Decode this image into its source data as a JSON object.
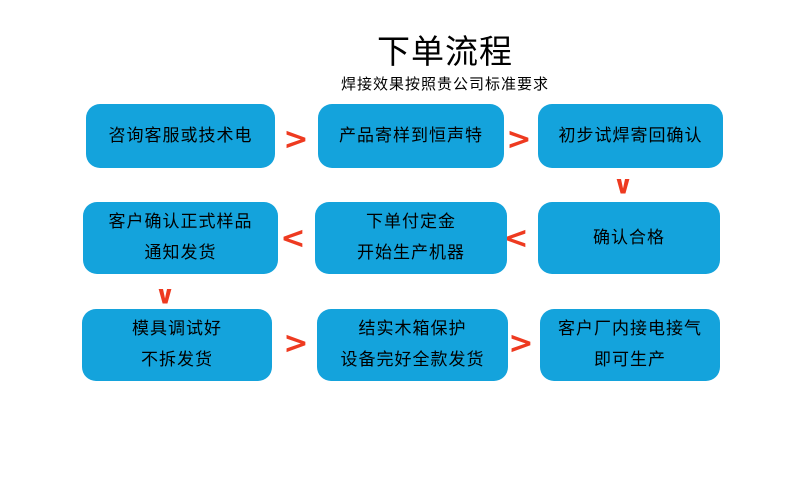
{
  "header": {
    "title": "下单流程",
    "subtitle": "焊接效果按照贵公司标准要求"
  },
  "colors": {
    "box_blue": "#14a3dc",
    "arrow_red": "#ee3a20",
    "text": "#000000",
    "background": "#ffffff"
  },
  "flow": {
    "boxes": [
      {
        "id": "consult",
        "lines": [
          "咨询客服或技术电"
        ]
      },
      {
        "id": "send-sample",
        "lines": [
          "产品寄样到恒声特"
        ]
      },
      {
        "id": "trial-weld-confirm",
        "lines": [
          "初步试焊寄回确认"
        ]
      },
      {
        "id": "confirm-qualified",
        "lines": [
          "确认合格"
        ]
      },
      {
        "id": "order-deposit",
        "lines": [
          "下单付定金",
          "开始生产机器"
        ]
      },
      {
        "id": "confirm-sample-ship",
        "lines": [
          "客户确认正式样品",
          "通知发货"
        ]
      },
      {
        "id": "mold-ready",
        "lines": [
          "模具调试好",
          "不拆发货"
        ]
      },
      {
        "id": "crate-full-payment",
        "lines": [
          "结实木箱保护",
          "设备完好全款发货"
        ]
      },
      {
        "id": "customer-production",
        "lines": [
          "客户厂内接电接气",
          "即可生产"
        ]
      }
    ],
    "arrow_glyphs": {
      "right": ">",
      "left": "<",
      "down": "∨"
    }
  }
}
